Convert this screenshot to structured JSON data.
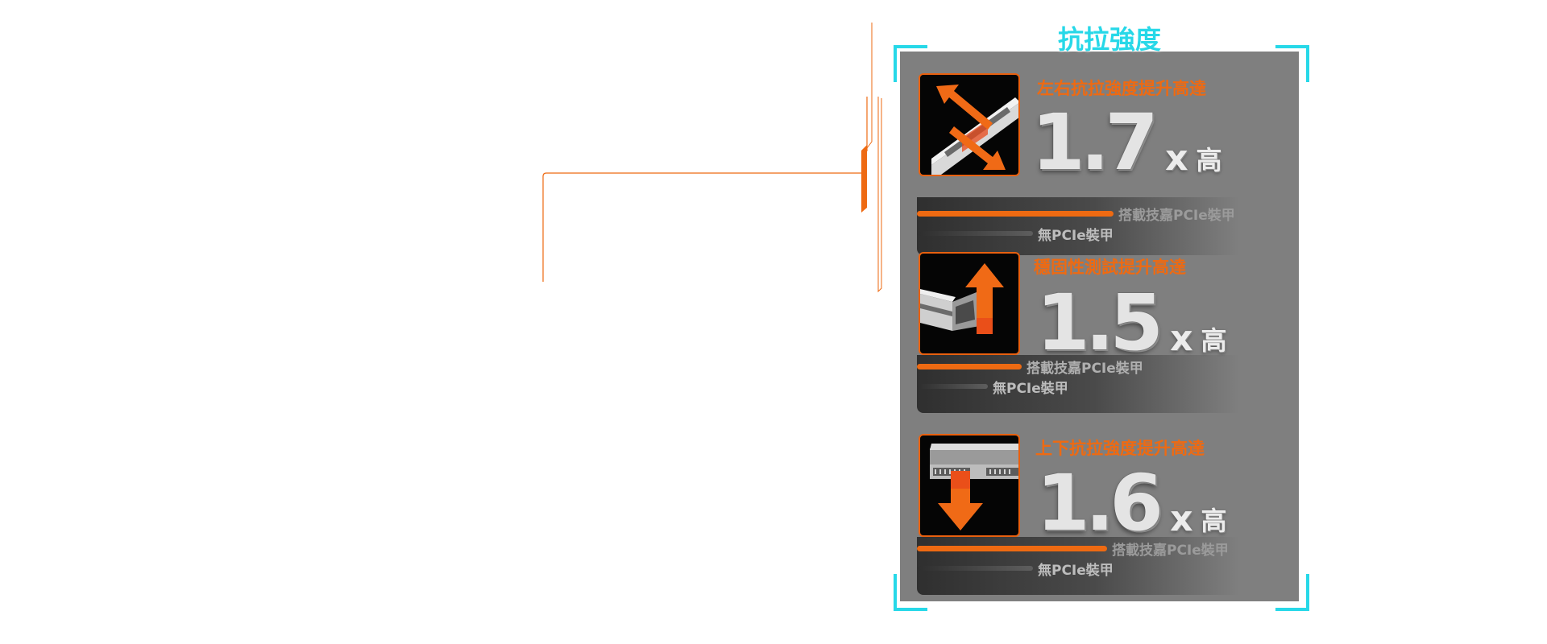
{
  "panel": {
    "title": "抗拉強度",
    "accent_color": "#27d8e8",
    "highlight_color": "#ee6a12"
  },
  "stats": [
    {
      "icon": "horizontal-tensile-icon",
      "label": "左右抗拉強度提升高達",
      "value": "1.7",
      "multiplier": "x",
      "unit": "高",
      "armored_label": "搭載技嘉PCIe裝甲",
      "armored_ratio": 1.7,
      "plain_label": "無PCIe裝甲",
      "plain_ratio": 1.0
    },
    {
      "icon": "stability-test-icon",
      "label": "穩固性測試提升高達",
      "value": "1.5",
      "multiplier": "x",
      "unit": "高",
      "armored_label": "搭載技嘉PCIe裝甲",
      "armored_ratio": 1.5,
      "plain_label": "無PCIe裝甲",
      "plain_ratio": 1.0
    },
    {
      "icon": "vertical-tensile-icon",
      "label": "上下抗拉強度提升高達",
      "value": "1.6",
      "multiplier": "x",
      "unit": "高",
      "armored_label": "搭載技嘉PCIe裝甲",
      "armored_ratio": 1.6,
      "plain_label": "無PCIe裝甲",
      "plain_ratio": 1.0
    }
  ]
}
